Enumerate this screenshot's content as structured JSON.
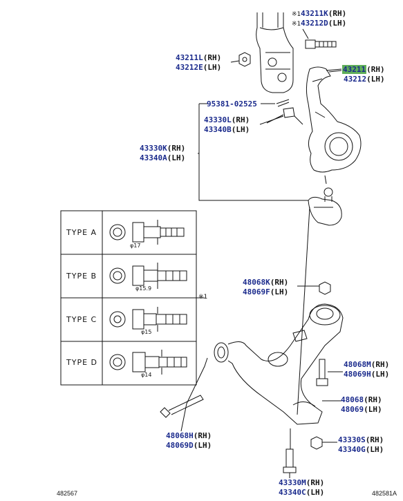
{
  "labels": {
    "p43211k": {
      "mark": "※1",
      "code": "43211K",
      "side": "(RH)"
    },
    "p43212d": {
      "mark": "※1",
      "code": "43212D",
      "side": "(LH)"
    },
    "p43211l": {
      "code": "43211L",
      "side": "(RH)"
    },
    "p43212e": {
      "code": "43212E",
      "side": "(LH)"
    },
    "p43211": {
      "code": "43211",
      "side": "(RH)"
    },
    "p43212": {
      "code": "43212",
      "side": "(LH)"
    },
    "p95381": {
      "code": "95381-02525"
    },
    "p43330l": {
      "code": "43330L",
      "side": "(RH)"
    },
    "p43340b": {
      "code": "43340B",
      "side": "(LH)"
    },
    "p43330k": {
      "code": "43330K",
      "side": "(RH)"
    },
    "p43340a": {
      "code": "43340A",
      "side": "(LH)"
    },
    "p48068k": {
      "code": "48068K",
      "side": "(RH)"
    },
    "p48069f": {
      "code": "48069F",
      "side": "(LH)"
    },
    "p48068m": {
      "code": "48068M",
      "side": "(RH)"
    },
    "p48069h": {
      "code": "48069H",
      "side": "(LH)"
    },
    "p48068": {
      "code": "48068",
      "side": "(RH)"
    },
    "p48069": {
      "code": "48069",
      "side": "(LH)"
    },
    "p48068h": {
      "code": "48068H",
      "side": "(RH)"
    },
    "p48069d": {
      "code": "48069D",
      "side": "(LH)"
    },
    "p43330s": {
      "code": "43330S",
      "side": "(RH)"
    },
    "p43340g": {
      "code": "43340G",
      "side": "(LH)"
    },
    "p43330m": {
      "code": "43330M",
      "side": "(RH)"
    },
    "p43340c": {
      "code": "43340C",
      "side": "(LH)"
    }
  },
  "types": [
    {
      "label": "TYPE A",
      "dia": "φ17"
    },
    {
      "label": "TYPE B",
      "dia": "φ15.9"
    },
    {
      "label": "TYPE C",
      "dia": "φ15"
    },
    {
      "label": "TYPE D",
      "dia": "φ14"
    }
  ],
  "note_mark": "※1",
  "refs": {
    "left": "482567",
    "right": "482581A"
  },
  "colors": {
    "code": "#1a2a8c",
    "highlight": "#5fae5a",
    "line": "#111111"
  }
}
